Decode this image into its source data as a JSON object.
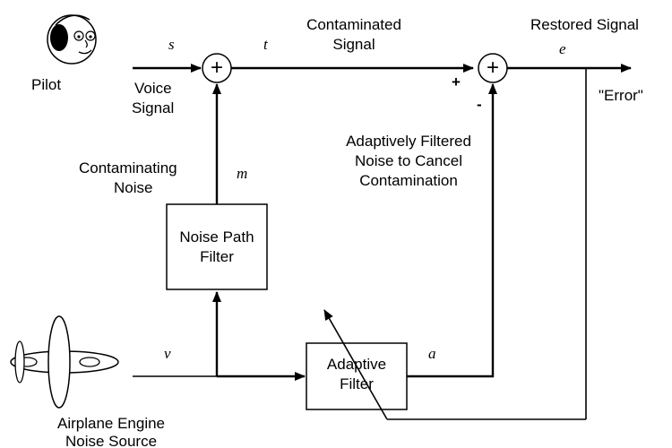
{
  "pilot": {
    "label": "Pilot"
  },
  "voice": {
    "line1": "Voice",
    "line2": "Signal",
    "var": "s"
  },
  "contaminated": {
    "line1": "Contaminated",
    "line2": "Signal",
    "var": "t"
  },
  "restored": {
    "label": "Restored Signal",
    "var": "e"
  },
  "error_label": "\"Error\"",
  "plus_sign": "+",
  "minus_sign": "-",
  "sum_symbol": "+",
  "filtered": {
    "line1": "Adaptively Filtered",
    "line2": "Noise to Cancel",
    "line3": "Contamination"
  },
  "contaminating": {
    "line1": "Contaminating",
    "line2": "Noise",
    "var": "m"
  },
  "noise_path_filter": {
    "line1": "Noise Path",
    "line2": "Filter"
  },
  "adaptive_filter": {
    "line1": "Adaptive",
    "line2": "Filter"
  },
  "noise_var": "v",
  "adaptive_output_var": "a",
  "airplane": {
    "line1": "Airplane Engine",
    "line2": "Noise Source"
  }
}
